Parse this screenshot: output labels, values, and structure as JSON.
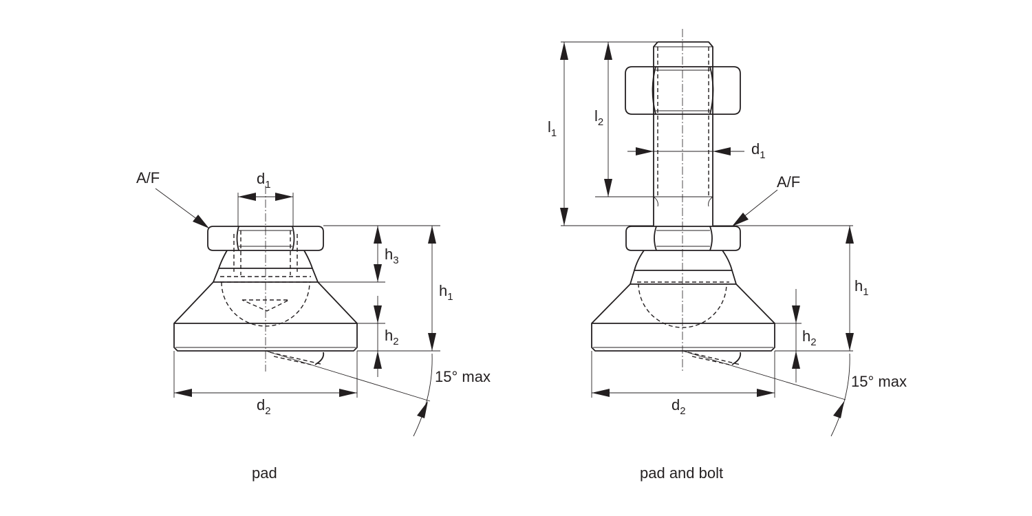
{
  "pad": {
    "caption": "pad",
    "labels": {
      "af": "A/F",
      "d1": "d",
      "d1_sub": "1",
      "d2": "d",
      "d2_sub": "2",
      "h1": "h",
      "h1_sub": "1",
      "h2": "h",
      "h2_sub": "2",
      "h3": "h",
      "h3_sub": "3",
      "angle": "15° max"
    }
  },
  "pad_and_bolt": {
    "caption": "pad and bolt",
    "labels": {
      "af": "A/F",
      "d1": "d",
      "d1_sub": "1",
      "d2": "d",
      "d2_sub": "2",
      "h1": "h",
      "h1_sub": "1",
      "h2": "h",
      "h2_sub": "2",
      "l1": "l",
      "l1_sub": "1",
      "l2": "l",
      "l2_sub": "2",
      "angle": "15° max"
    }
  }
}
